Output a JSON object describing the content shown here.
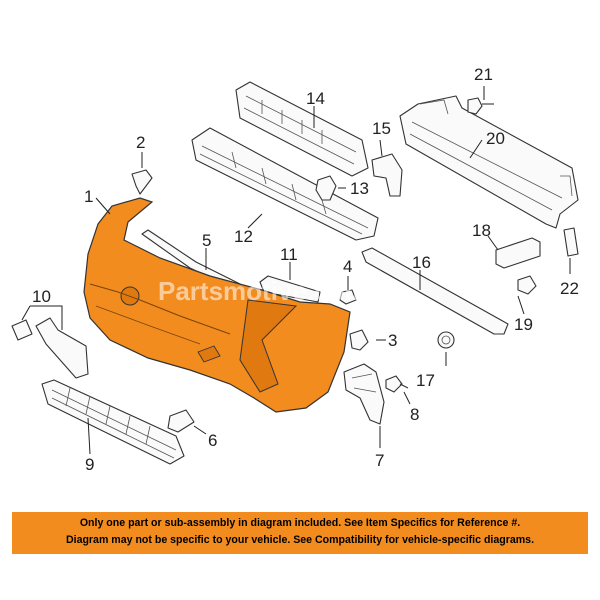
{
  "diagram": {
    "callouts": [
      "1",
      "2",
      "3",
      "4",
      "5",
      "6",
      "7",
      "8",
      "9",
      "10",
      "11",
      "12",
      "13",
      "14",
      "15",
      "16",
      "17",
      "18",
      "19",
      "20",
      "21",
      "22"
    ],
    "watermark": "Partsmotive.com",
    "highlight_color": "#f28c1f"
  },
  "disclaimer": {
    "line1": "Only one part or sub-assembly in diagram included. See Item Specifics for Reference #.",
    "line2": "Diagram may not be specific to your vehicle. See Compatibility for vehicle-specific diagrams."
  }
}
